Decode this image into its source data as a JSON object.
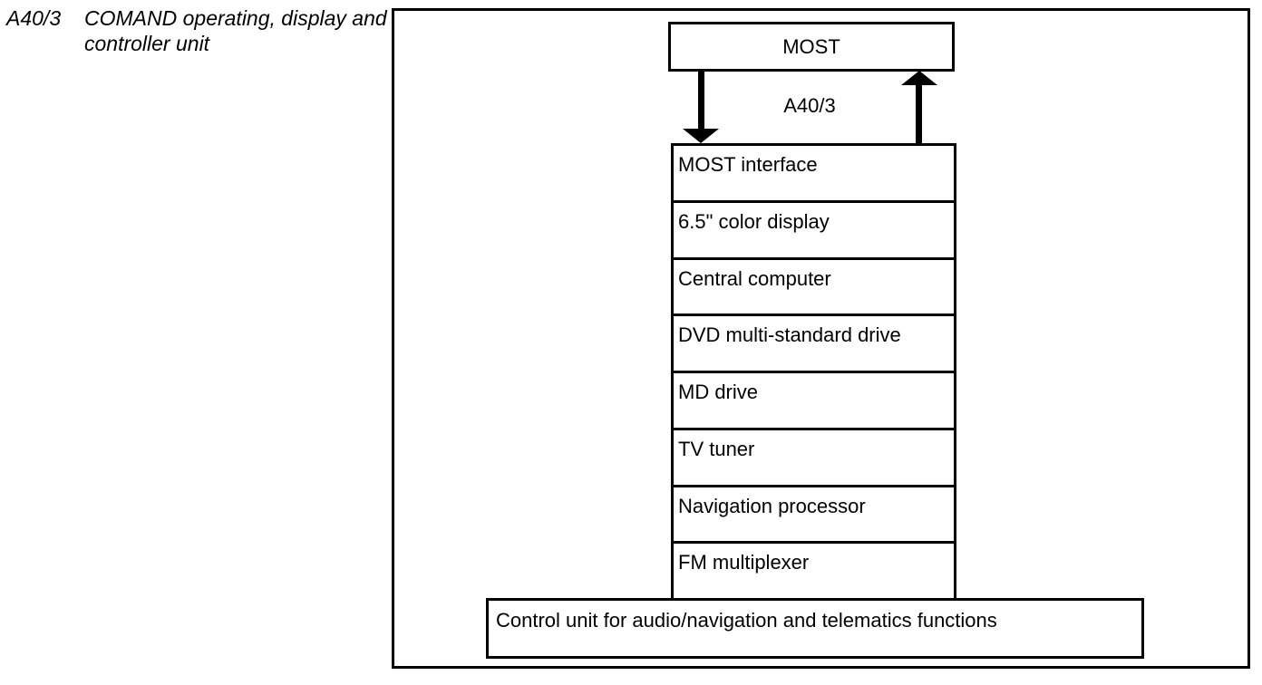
{
  "legend": {
    "ref": "A40/3",
    "description": "COMAND operating, display and controller unit"
  },
  "diagram": {
    "most_label": "MOST",
    "bus_label": "A40/3",
    "modules": [
      "MOST interface",
      "6.5\" color display",
      "Central computer",
      "DVD multi-standard drive",
      "MD drive",
      "TV tuner",
      "Navigation processor",
      "FM multiplexer"
    ],
    "control_unit_label": "Control unit for audio/navigation and telematics functions"
  },
  "colors": {
    "background": "#ffffff",
    "line": "#000000",
    "text": "#000000"
  }
}
